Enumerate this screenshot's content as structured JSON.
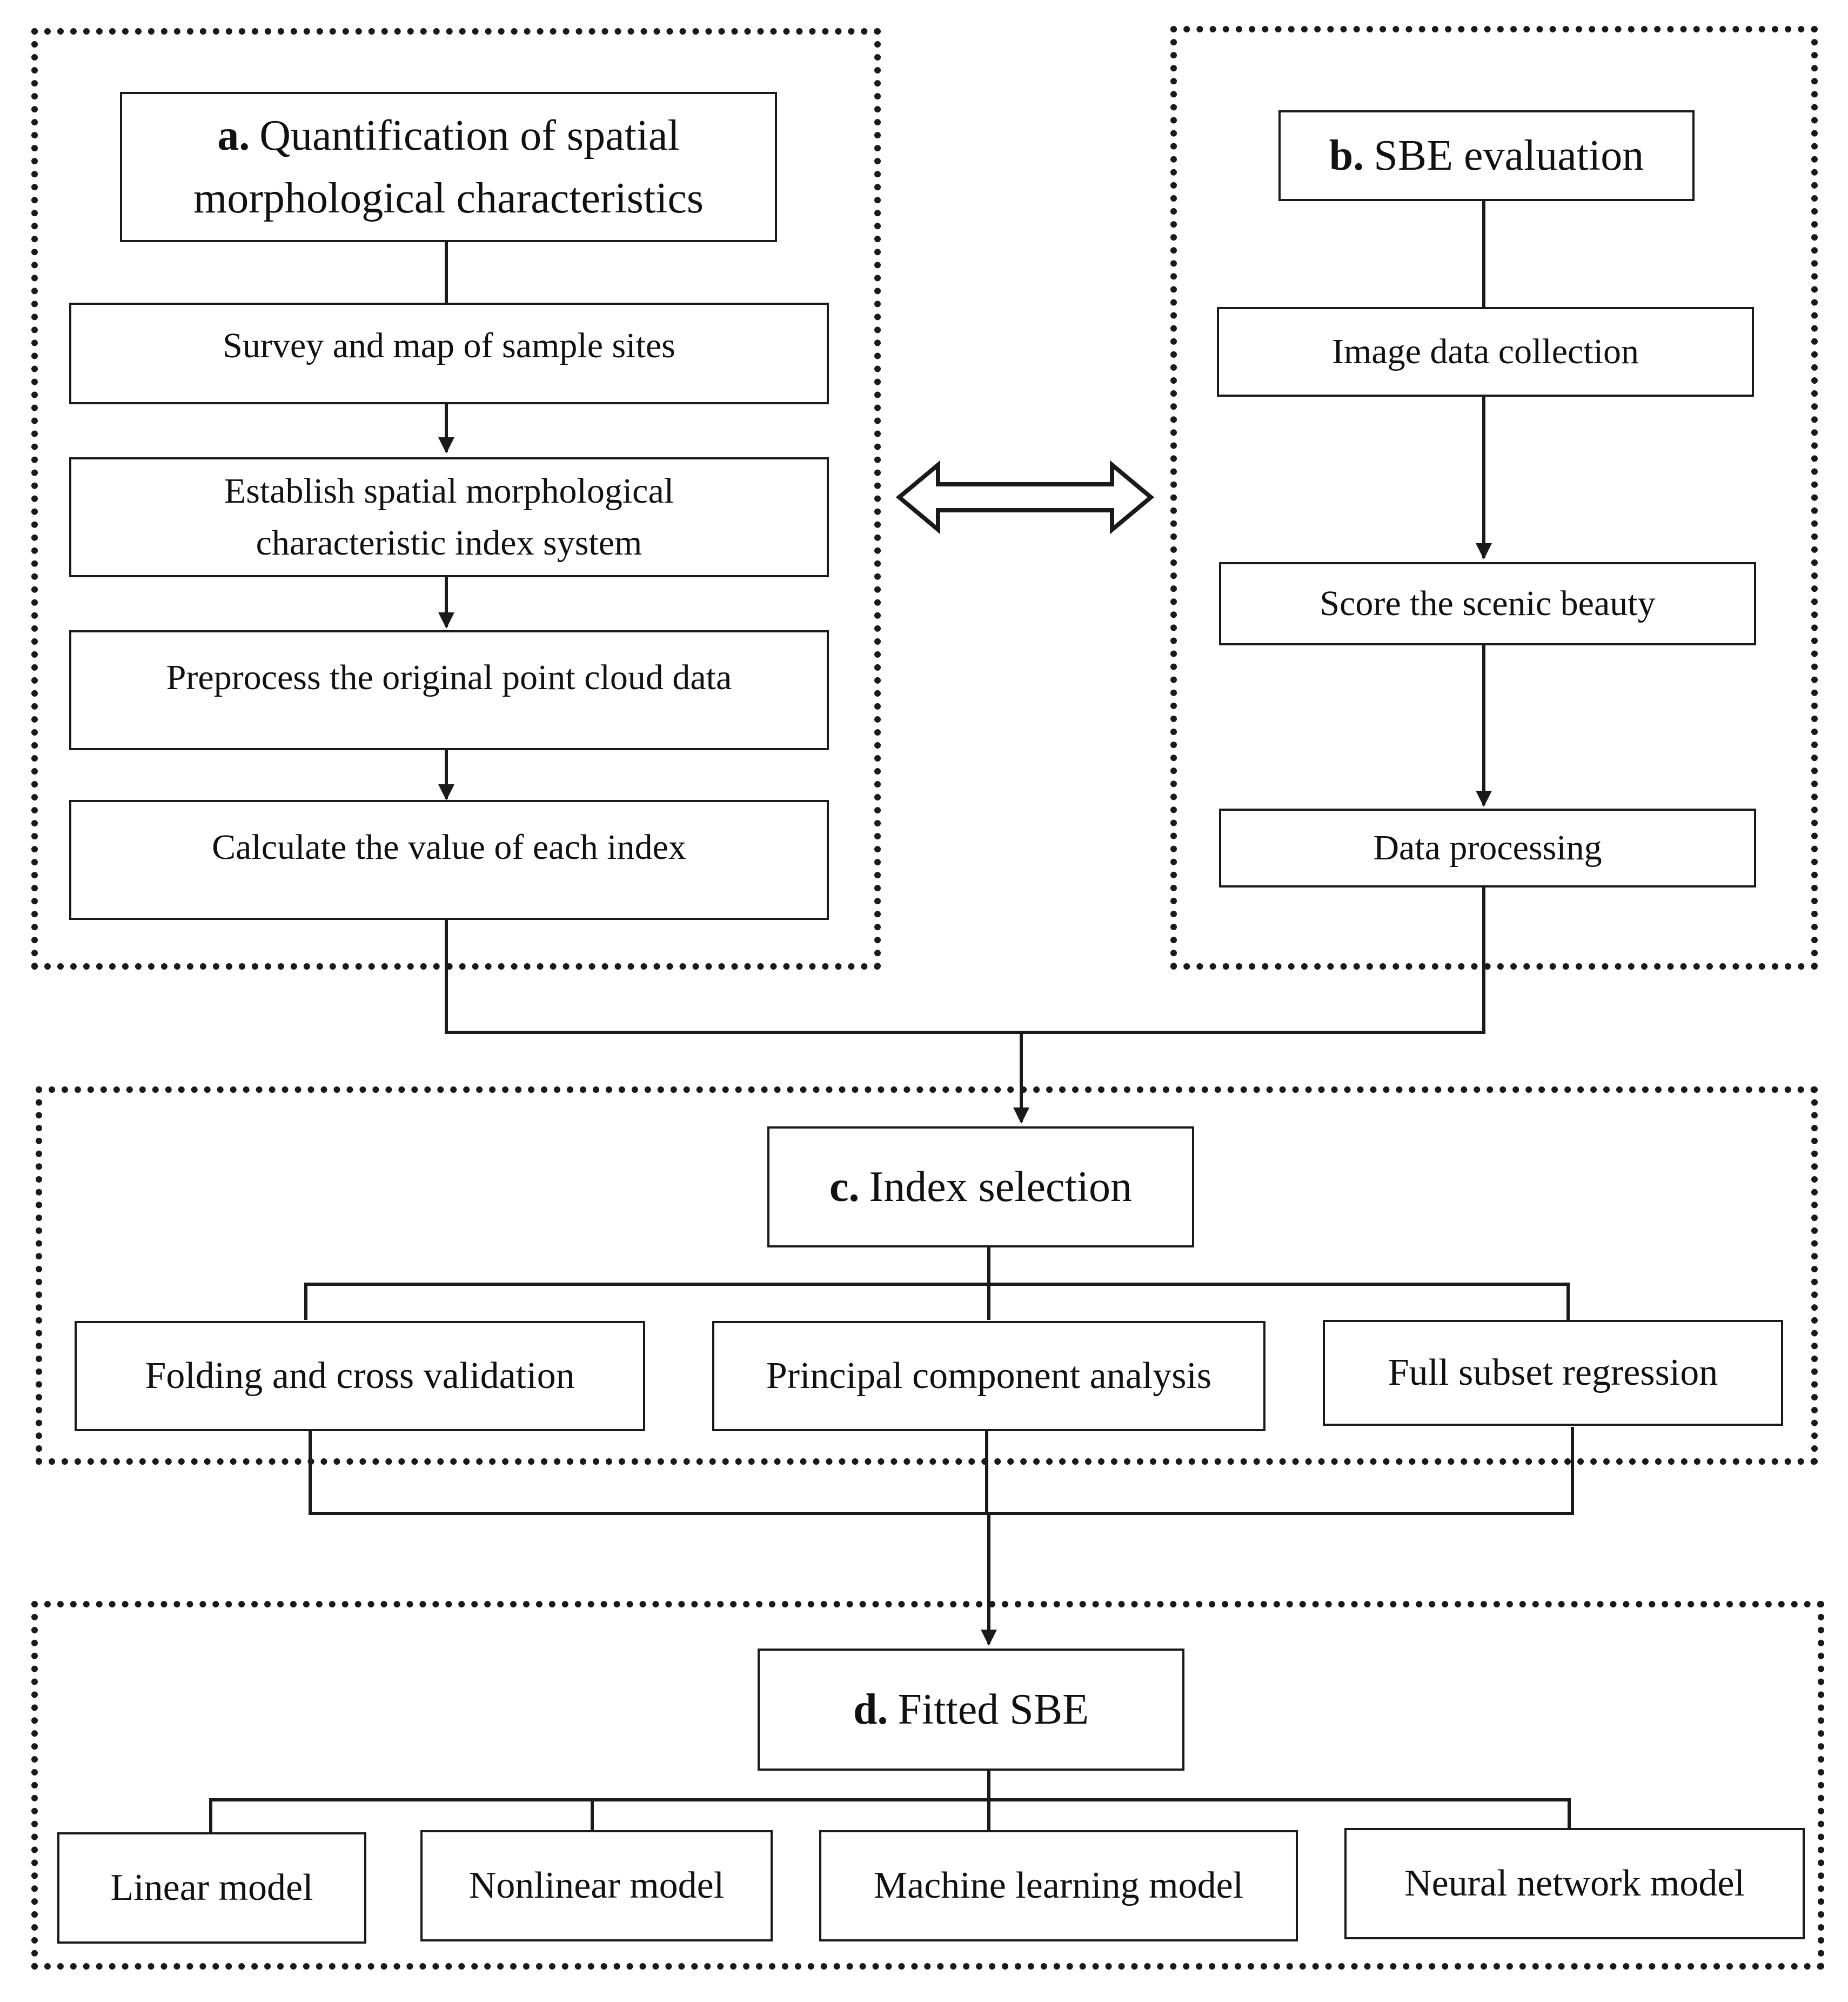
{
  "section_a": {
    "letter": "a.",
    "title_line1": "Quantification of spatial",
    "title_line2": "morphological characteristics",
    "steps": [
      "Survey and map of sample sites",
      "Establish spatial morphological characteristic index system",
      "Preprocess the original point cloud data",
      "Calculate the value of each index"
    ]
  },
  "section_b": {
    "letter": "b.",
    "title": "SBE evaluation",
    "steps": [
      "Image data collection",
      "Score the scenic beauty",
      "Data processing"
    ]
  },
  "section_c": {
    "letter": "c.",
    "title": "Index selection",
    "methods": [
      "Folding and cross validation",
      "Principal component analysis",
      "Full subset regression"
    ]
  },
  "section_d": {
    "letter": "d.",
    "title": "Fitted SBE",
    "models": [
      "Linear model",
      "Nonlinear model",
      "Machine learning model",
      "Neural network model"
    ]
  },
  "colors": {
    "line": "#1a1a1a",
    "background": "#ffffff"
  }
}
